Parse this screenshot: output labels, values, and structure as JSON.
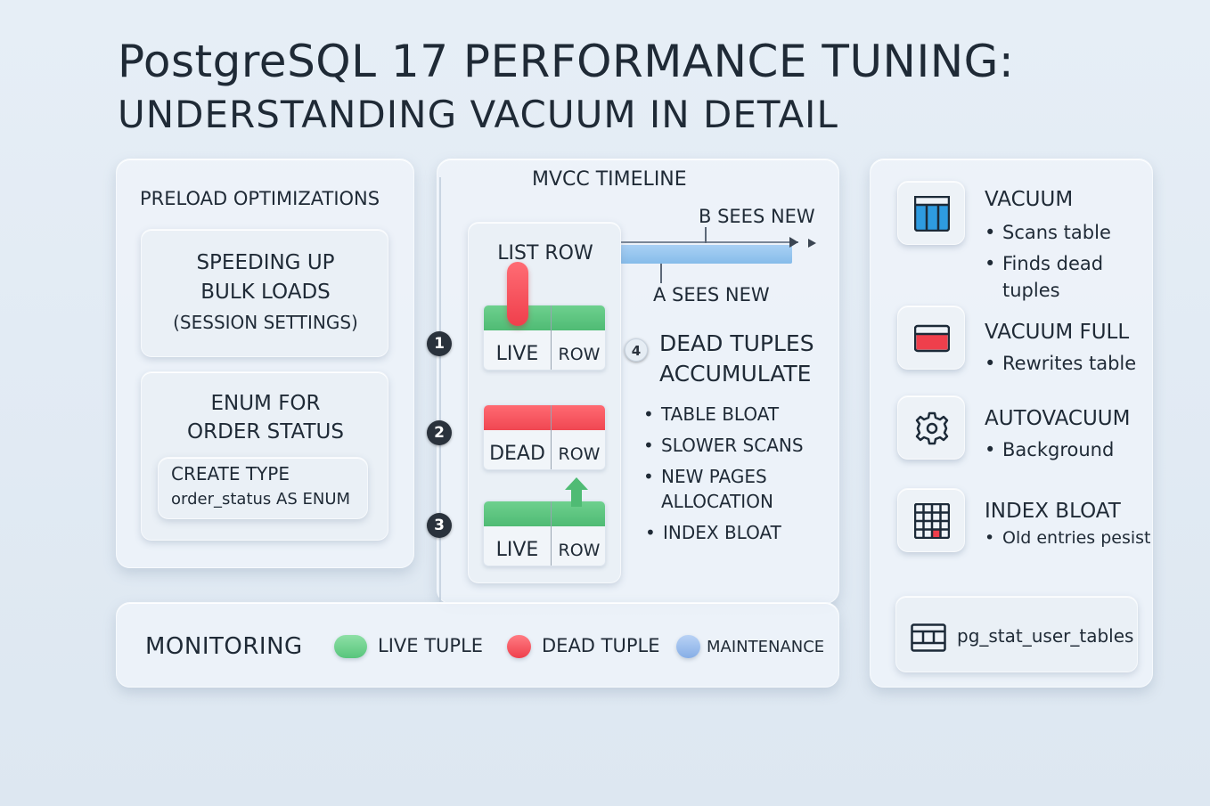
{
  "header": {
    "title": "PostgreSQL 17 PERFORMANCE TUNING:",
    "subtitle": "UNDERSTANDING VACUUM IN DETAIL"
  },
  "preload": {
    "title": "PRELOAD OPTIMIZATIONS",
    "bulk_card": {
      "line1": "SPEEDING UP",
      "line2": "BULK LOADS",
      "line3": "(SESSION SETTINGS)"
    },
    "enum_card": {
      "line1": "ENUM FOR",
      "line2": "ORDER STATUS",
      "code_line1": "CREATE TYPE",
      "code_line2": "order_status AS ENUM"
    }
  },
  "mvcc": {
    "title": "MVCC TIMELINE",
    "b_sees_new": "B SEES NEW",
    "a_sees_new": "A SEES NEW",
    "list_row": "LIST ROW",
    "rows": [
      {
        "word1": "LIVE",
        "word2": "ROW",
        "state": "live"
      },
      {
        "word1": "DEAD",
        "word2": "ROW",
        "state": "dead"
      },
      {
        "word1": "LIVE",
        "word2": "ROW",
        "state": "live"
      }
    ],
    "steps": [
      "1",
      "2",
      "3",
      "4"
    ],
    "dead_title_line1": "DEAD TUPLES",
    "dead_title_line2": "ACCUMULATE",
    "dead_effects": [
      "TABLE BLOAT",
      "SLOWER SCANS",
      "NEW PAGES",
      "ALLOCATION",
      "INDEX BLOAT"
    ]
  },
  "monitoring": {
    "title": "MONITORING",
    "legend": [
      {
        "label": "LIVE TUPLE",
        "color": "#58c57c"
      },
      {
        "label": "DEAD TUPLE",
        "color": "#ef3f4c"
      },
      {
        "label": "MAINTENANCE",
        "color": "#86aee6"
      }
    ]
  },
  "operations": {
    "vacuum": {
      "title": "VACUUM",
      "bullets": [
        "Scans table",
        "Finds dead",
        "tuples"
      ],
      "icon": "table-columns-icon"
    },
    "vacuum_full": {
      "title": "VACUUM FULL",
      "bullets": [
        "Rewrites table"
      ],
      "icon": "red-table-icon"
    },
    "autovacuum": {
      "title": "AUTOVACUUM",
      "bullets": [
        "Background"
      ],
      "icon": "gear-icon"
    },
    "index_bloat": {
      "title": "INDEX BLOAT",
      "bullets": [
        "Old entries pesist"
      ],
      "icon": "grid-icon"
    },
    "stat_view": {
      "label": "pg_stat_user_tables",
      "icon": "table-icon"
    }
  },
  "colors": {
    "live": "#4fbb74",
    "dead": "#f04752",
    "maintenance": "#86bcea",
    "accent_blue": "#2e9be0"
  }
}
